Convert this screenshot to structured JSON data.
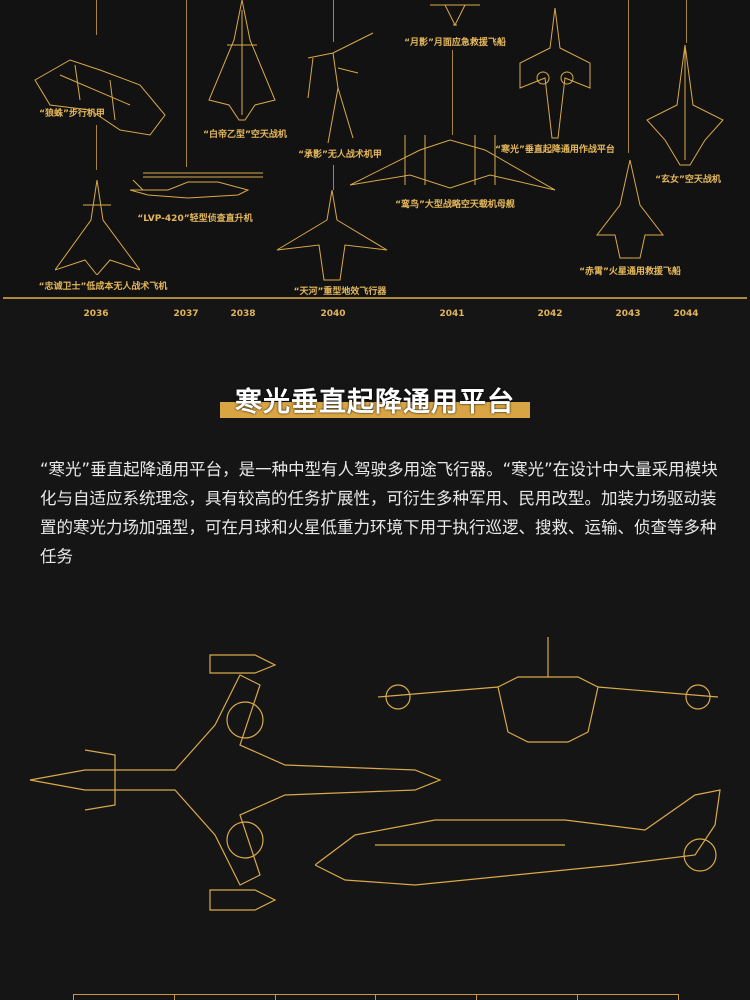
{
  "timeline": {
    "items": [
      {
        "label": "“狼蛛”步行机甲"
      },
      {
        "label": "“白帝乙型”空天战机"
      },
      {
        "label": "“承影”无人战术机甲"
      },
      {
        "label": "“月影”月面应急救援飞船"
      },
      {
        "label": "“寒光”垂直起降通用作战平台"
      },
      {
        "label": "“玄女”空天战机"
      },
      {
        "label": "“LVP-420”轻型侦查直升机"
      },
      {
        "label": "“鸾鸟”大型战略空天载机母舰"
      },
      {
        "label": "“忠诚卫士”低成本无人战术飞机"
      },
      {
        "label": "“天河”重型地效飞行器"
      },
      {
        "label": "“赤霄”火星通用救援飞船"
      }
    ],
    "years": [
      "2036",
      "2037",
      "2038",
      "2040",
      "2041",
      "2042",
      "2043",
      "2044"
    ]
  },
  "section": {
    "title": "寒光垂直起降通用平台",
    "description": "“寒光”垂直起降通用平台，是一种中型有人驾驶多用途飞行器。“寒光”在设计中大量采用模块化与自适应系统理念，具有较高的任务扩展性，可衍生多种军用、民用改型。加装力场驱动装置的寒光力场加强型，可在月球和火星低重力环境下用于执行巡逻、搜救、运输、侦查等多种任务"
  },
  "colors": {
    "accent": "#d9a443",
    "background": "#151515",
    "text": "#e8e8e8"
  }
}
